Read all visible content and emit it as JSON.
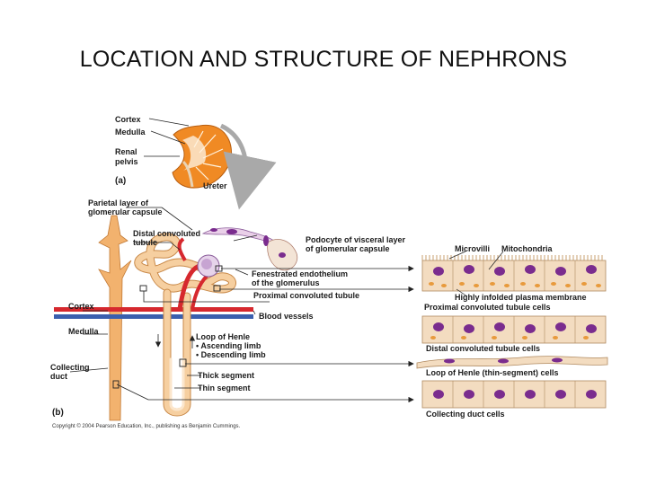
{
  "title": "LOCATION AND STRUCTURE OF NEPHRONS",
  "panel_a": {
    "tag": "(a)",
    "labels": {
      "cortex": "Cortex",
      "medulla": "Medulla",
      "renal_pelvis_1": "Renal",
      "renal_pelvis_2": "pelvis",
      "ureter": "Ureter"
    }
  },
  "panel_b": {
    "tag": "(b)",
    "labels": {
      "parietal_1": "Parietal layer of",
      "parietal_2": "glomerular capsule",
      "distal_1": "Distal convoluted",
      "distal_2": "tubule",
      "podocyte_1": "Podocyte of visceral layer",
      "podocyte_2": "of glomerular capsule",
      "fenestrated_1": "Fenestrated endothelium",
      "fenestrated_2": "of the glomerulus",
      "proximal": "Proximal convoluted tubule",
      "cortex": "Cortex",
      "blood_vessels": "Blood vessels",
      "medulla": "Medulla",
      "loop": "Loop of Henle",
      "ascending": "• Ascending limb",
      "descending": "• Descending limb",
      "collecting_1": "Collecting",
      "collecting_2": "duct",
      "thick": "Thick segment",
      "thin": "Thin segment"
    }
  },
  "cells": {
    "microvilli": "Microvilli",
    "mitochondria": "Mitochondria",
    "infolded": "Highly infolded plasma membrane",
    "proximal_cells": "Proximal convoluted tubule cells",
    "distal_cells": "Distal convoluted tubule cells",
    "loop_cells": "Loop of Henle (thin-segment) cells",
    "collecting_cells": "Collecting duct cells"
  },
  "copyright": "Copyright © 2004 Pearson Education, Inc., publishing as Benjamin Cummings.",
  "colors": {
    "kidney_orange": "#f08a24",
    "tubule": "#f6cfa0",
    "tubule_edge": "#c98a4a",
    "artery_red": "#d6282e",
    "vein_blue": "#3a5fae",
    "cell_tan": "#f3dcc0",
    "nucleus": "#7a2c8e",
    "arrow_gray": "#a9a9a9"
  }
}
